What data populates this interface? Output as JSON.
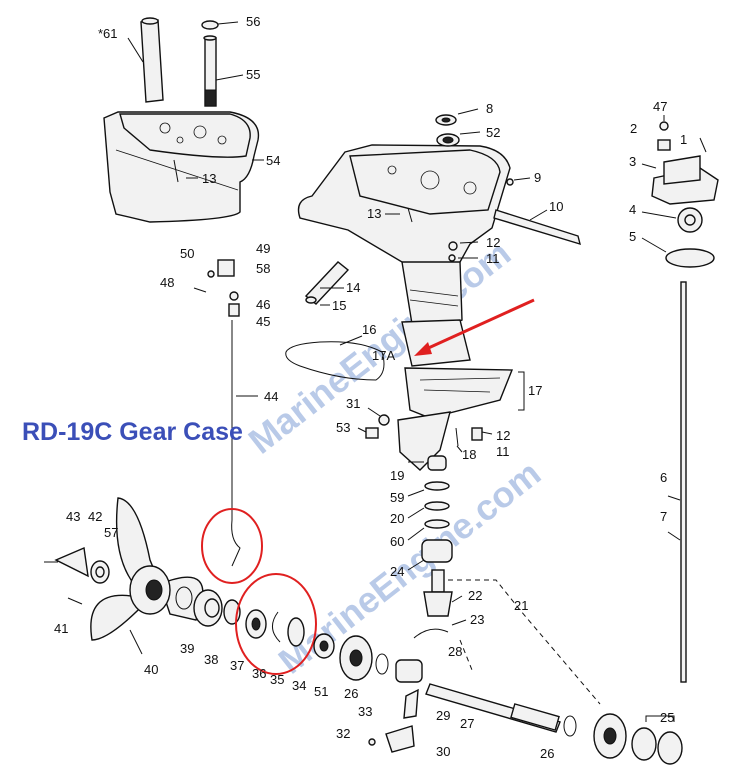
{
  "title": "RD-19C Gear Case",
  "watermark": "MarineEngine.com",
  "accent_colors": {
    "title": "#3b4fb8",
    "callout": "#e02020",
    "watermark": "#7f9fd6"
  },
  "part_numbers": [
    "*61",
    "56",
    "55",
    "54",
    "13",
    "8",
    "52",
    "9",
    "10",
    "47",
    "2",
    "1",
    "3",
    "4",
    "5",
    "13",
    "12",
    "11",
    "14",
    "15",
    "16",
    "17A",
    "17",
    "31",
    "53",
    "12",
    "11",
    "18",
    "19",
    "59",
    "20",
    "60",
    "24",
    "22",
    "21",
    "23",
    "28",
    "50",
    "49",
    "58",
    "48",
    "46",
    "45",
    "44",
    "6",
    "7",
    "43",
    "42",
    "57",
    "41",
    "40",
    "39",
    "38",
    "37",
    "36",
    "35",
    "34",
    "51",
    "26",
    "27",
    "29",
    "33",
    "32",
    "30",
    "26",
    "25"
  ]
}
